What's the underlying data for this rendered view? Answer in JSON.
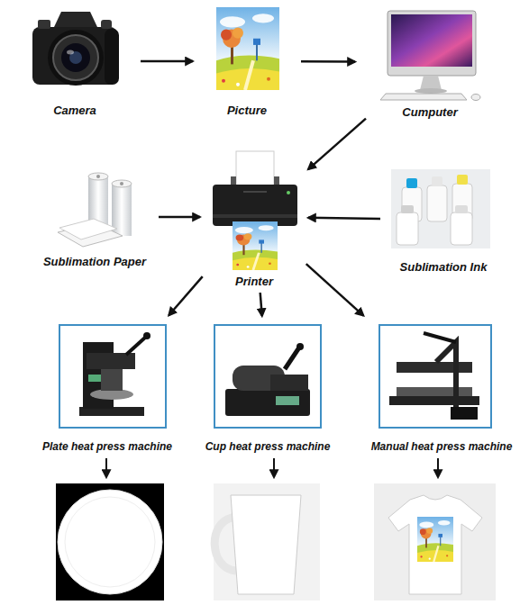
{
  "diagram": {
    "nodes": [
      {
        "text": [
          "Camera"
        ]
      },
      {
        "text": [
          "Picture"
        ]
      },
      {
        "text": [
          "Cumputer"
        ]
      },
      {
        "text": [
          "Sublimation Paper"
        ]
      },
      {
        "text": [
          "Printer"
        ]
      },
      {
        "text": [
          "Sublimation Ink"
        ]
      },
      {
        "text": [
          "Plate heat press machine"
        ]
      },
      {
        "text": [
          "Cup heat press machine"
        ]
      },
      {
        "text": [
          "Manual heat press machine"
        ]
      }
    ],
    "edges": [
      {
        "from": 0,
        "to": 1,
        "arrow": "to"
      },
      {
        "from": 1,
        "to": 2,
        "arrow": "to"
      },
      {
        "from": 2,
        "to": 4,
        "arrow": "to"
      },
      {
        "from": 3,
        "to": 4,
        "arrow": "to"
      },
      {
        "from": 5,
        "to": 4,
        "arrow": "to"
      },
      {
        "from": 4,
        "to": 6,
        "arrow": "to"
      },
      {
        "from": 4,
        "to": 7,
        "arrow": "to"
      },
      {
        "from": 4,
        "to": 8,
        "arrow": "to"
      }
    ]
  }
}
